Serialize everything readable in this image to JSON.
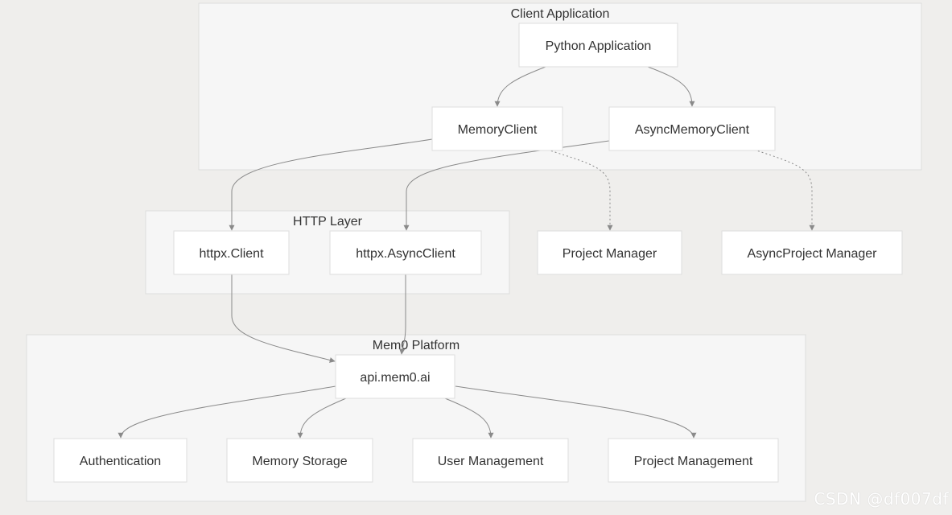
{
  "groups": {
    "client_application": "Client Application",
    "http_layer": "HTTP Layer",
    "mem0_platform": "Mem0 Platform"
  },
  "nodes": {
    "python_application": "Python Application",
    "memory_client": "MemoryClient",
    "async_memory_client": "AsyncMemoryClient",
    "httpx_client": "httpx.Client",
    "httpx_async_client": "httpx.AsyncClient",
    "project_manager": "Project Manager",
    "async_project_manager": "AsyncProject Manager",
    "api_mem0": "api.mem0.ai",
    "authentication": "Authentication",
    "memory_storage": "Memory Storage",
    "user_management": "User Management",
    "project_management": "Project Management"
  },
  "watermark": "CSDN @df007df",
  "colors": {
    "background": "#efeeec",
    "group_fill": "#f6f6f6",
    "node_fill": "#ffffff",
    "edge": "#8a8a8a"
  }
}
